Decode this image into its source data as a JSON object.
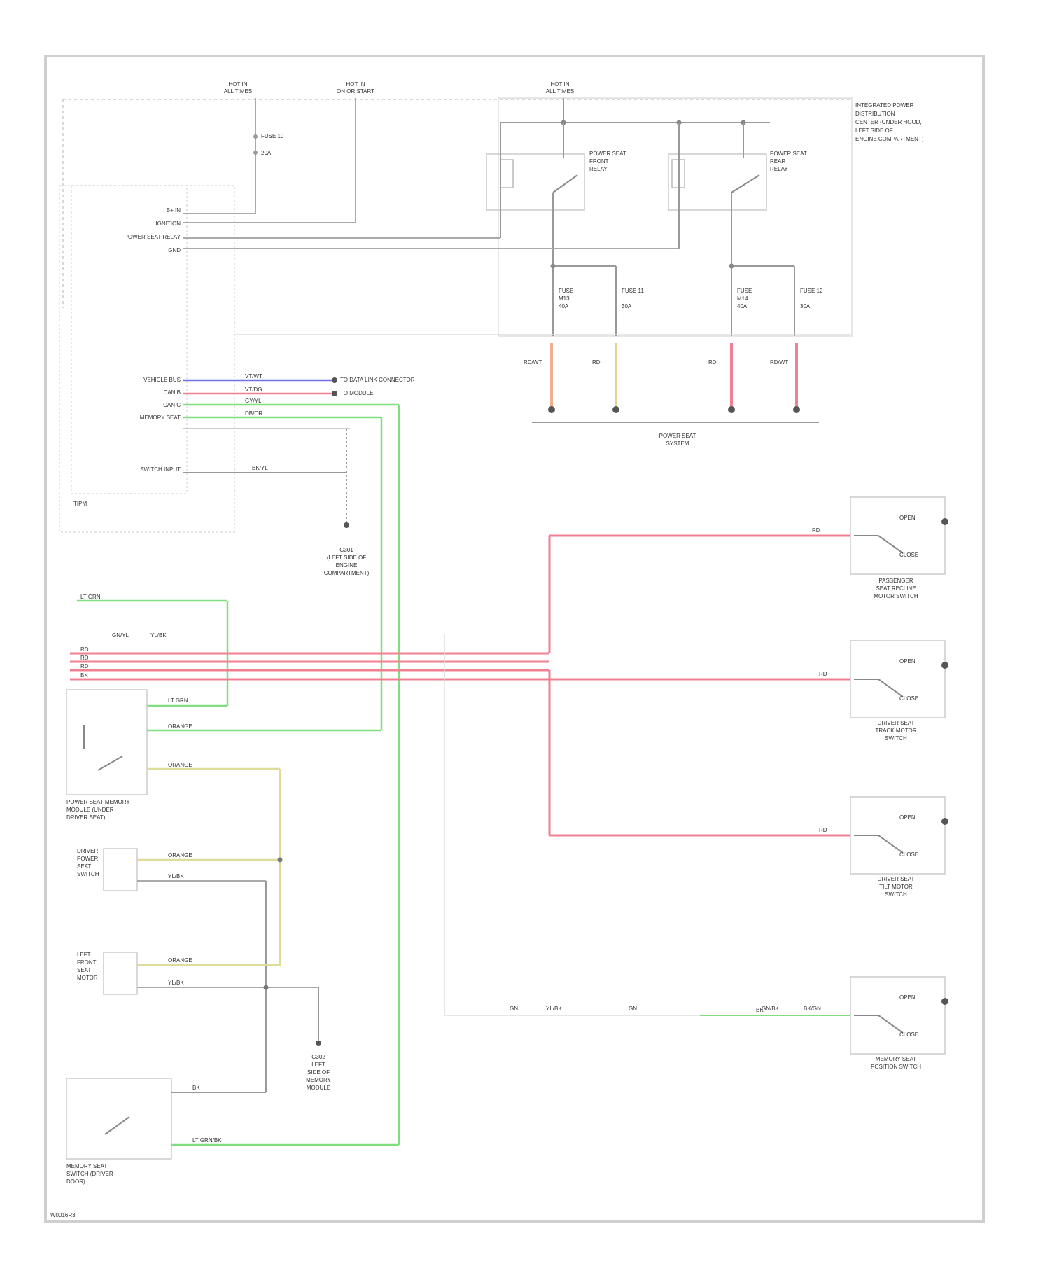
{
  "power": {
    "src1": [
      "HOT IN",
      "ALL TIMES"
    ],
    "src2": [
      "HOT IN",
      "ON OR START"
    ],
    "src3": [
      "HOT IN",
      "ALL TIMES"
    ]
  },
  "pdc": {
    "title": [
      "INTEGRATED POWER",
      "DISTRIBUTION",
      "CENTER (UNDER HOOD,",
      "LEFT SIDE OF",
      "ENGINE COMPARTMENT)"
    ],
    "fuse_main": [
      "FUSE 10",
      "20A"
    ],
    "relay1": [
      "POWER SEAT",
      "FRONT",
      "RELAY"
    ],
    "relay2": [
      "POWER SEAT",
      "REAR",
      "RELAY"
    ],
    "fuse_a": [
      "FUSE",
      "M13",
      "40A"
    ],
    "fuse_b": [
      "FUSE 11",
      "30A"
    ],
    "fuse_c": [
      "FUSE",
      "M14",
      "40A"
    ],
    "fuse_d": [
      "FUSE 12",
      "30A"
    ]
  },
  "module": {
    "pins_top": [
      "B+ IN",
      "IGNITION",
      "POWER SEAT RELAY",
      "GND"
    ],
    "pins_mid": [
      "VEHICLE BUS",
      "CAN B",
      "CAN C",
      "MEMORY SEAT"
    ],
    "pin_bottom": "SWITCH INPUT",
    "wires": [
      "VT/WT",
      "VT/DG",
      "GY/YL",
      "DB/OR"
    ],
    "wire_colors": [
      "#7070ee",
      "#f08090",
      "#80dd80",
      "#80dd80"
    ],
    "label": "TIPM",
    "to_upper": "TO DATA LINK CONNECTOR",
    "to_lower": "TO MODULE"
  },
  "ground": {
    "wire": "BK/YL",
    "label": [
      "G301",
      "(LEFT SIDE OF",
      "ENGINE",
      "COMPARTMENT)"
    ]
  },
  "pdc_wires": {
    "labels": [
      "RD/WT",
      "RD",
      "RD",
      "RD/WT"
    ],
    "colors": [
      "#f0b090",
      "#e8d090",
      "#f08090",
      "#f08090"
    ],
    "bus_label": [
      "POWER SEAT",
      "SYSTEM"
    ]
  },
  "switches": [
    {
      "wire": "RD",
      "name": [
        "PASSENGER",
        "SEAT RECLINE",
        "MOTOR SWITCH"
      ]
    },
    {
      "wire": "RD",
      "name": [
        "DRIVER SEAT",
        "TRACK MOTOR",
        "SWITCH"
      ]
    },
    {
      "wire": "RD",
      "name": [
        "DRIVER SEAT",
        "TILT MOTOR",
        "SWITCH"
      ]
    },
    {
      "wire": "BK",
      "name": [
        "MEMORY SEAT",
        "POSITION SWITCH"
      ]
    }
  ],
  "switch_labels": {
    "open": "OPEN",
    "close": "CLOSE"
  },
  "harness": {
    "lines": [
      "LT GRN",
      "RD",
      "RD",
      "RD",
      "BK",
      "YL/BK"
    ],
    "mid_labels": [
      "GN/YL",
      "YL/BK"
    ]
  },
  "left_components": [
    {
      "name": [
        "POWER SEAT MEMORY",
        "MODULE (UNDER",
        "DRIVER SEAT)"
      ],
      "wires": [
        "LT GRN",
        "ORANGE",
        "ORANGE"
      ]
    },
    {
      "name": [
        "DRIVER",
        "POWER",
        "SEAT",
        "SWITCH"
      ],
      "wires": [
        "ORANGE",
        "YL/BK"
      ]
    },
    {
      "name": [
        "LEFT",
        "FRONT",
        "SEAT",
        "MOTOR"
      ],
      "wires": [
        "ORANGE",
        "YL/BK"
      ]
    },
    {
      "name": [
        "MEMORY SEAT",
        "SWITCH (DRIVER",
        "DOOR)"
      ],
      "wires": [
        "BK",
        "LT GRN/BK"
      ]
    }
  ],
  "ground2": {
    "label": [
      "G302",
      "LEFT",
      "SIDE OF",
      "MEMORY",
      "MODULE"
    ]
  },
  "bottom": {
    "wire_labels": [
      "GN",
      "YL/BK",
      "GN",
      "GN/BK",
      "BK/GN"
    ]
  },
  "footer": "W0016R3"
}
